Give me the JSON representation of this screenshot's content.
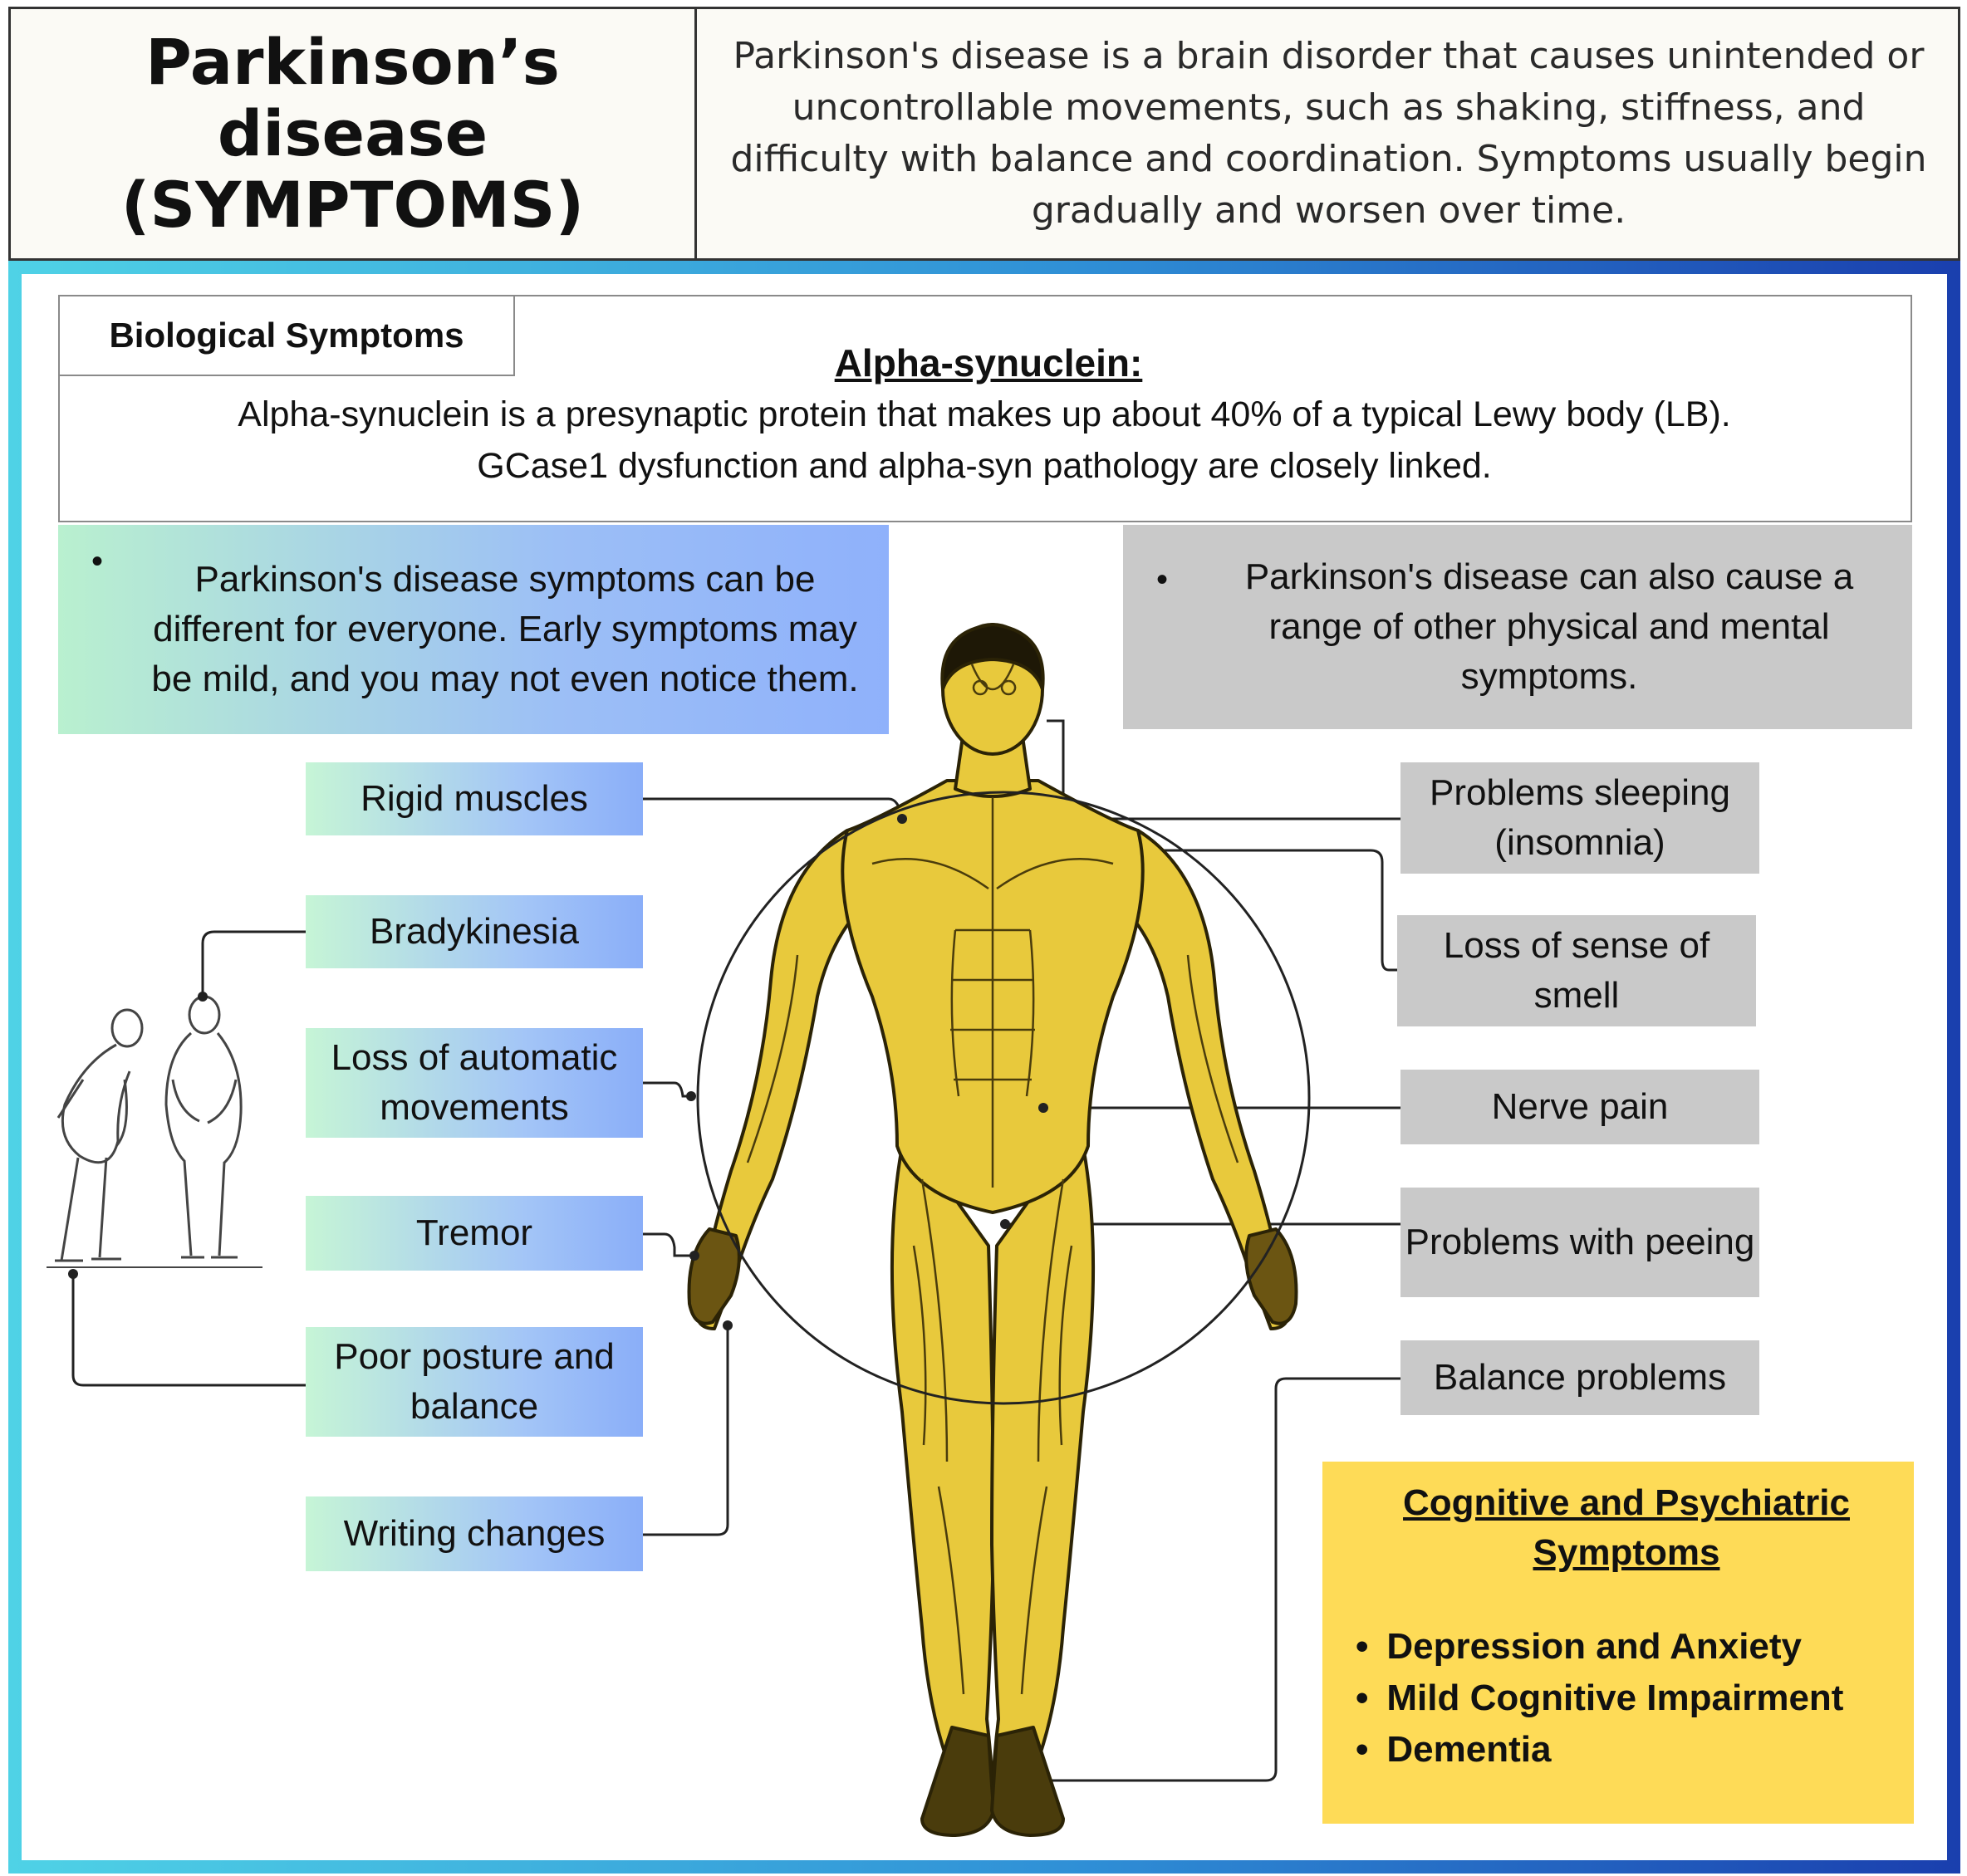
{
  "header": {
    "title_line1": "Parkinson’s disease",
    "title_line2": "(SYMPTOMS)",
    "description": "Parkinson's disease is a brain disorder that causes unintended or uncontrollable movements, such as shaking, stiffness, and difficulty with balance and coordination. Symptoms usually begin gradually and worsen over time."
  },
  "biological": {
    "tab_label": "Biological Symptoms",
    "heading": "Alpha-synuclein:",
    "text_line1": "Alpha-synuclein is a presynaptic protein that makes up about 40% of a typical Lewy body (LB).",
    "text_line2": "GCase1 dysfunction and alpha-syn pathology are closely linked."
  },
  "notes": {
    "left": "Parkinson's disease symptoms can be different for everyone. Early symptoms may be mild, and you may not even notice them.",
    "right": "Parkinson's disease can also cause a range of other physical and mental symptoms.",
    "bullet": "•"
  },
  "left_symptoms": [
    "Rigid muscles",
    "Bradykinesia",
    "Loss of automatic movements",
    "Tremor",
    "Poor posture and balance",
    "Writing changes"
  ],
  "right_symptoms": [
    "Problems sleeping (insomnia)",
    "Loss of sense of smell",
    "Nerve pain",
    "Problems with peeing",
    "Balance problems"
  ],
  "cognitive": {
    "title": "Cognitive and Psychiatric Symptoms",
    "items": [
      "Depression and Anxiety",
      "Mild Cognitive Impairment",
      "Dementia"
    ]
  },
  "colors": {
    "body_fill": "#e8c93c",
    "body_outline": "#2b2306",
    "cognitive_box": "#fedb57",
    "grey_box": "#c9c9c9",
    "frame_gradient_start": "#4fd2e6",
    "frame_gradient_end": "#1a3fae"
  }
}
